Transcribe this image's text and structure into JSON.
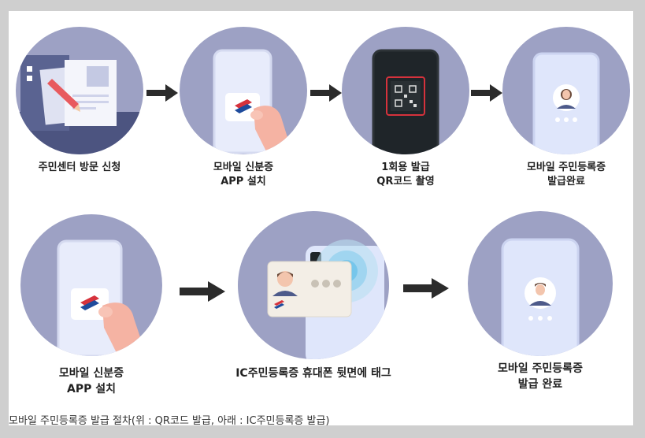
{
  "steps_top": [
    {
      "label": "주민센터 방문 신청"
    },
    {
      "label": "모바일 신분증\nAPP 설치"
    },
    {
      "label": "1회용 발급\nQR코드 촬영"
    },
    {
      "label": "모바일 주민등록증\n발급완료"
    }
  ],
  "steps_bottom": [
    {
      "label": "모바일 신분증\nAPP 설치"
    },
    {
      "label": "IC주민등록증 휴대폰 뒷면에 태그"
    },
    {
      "label": "모바일 주민등록증\n발급 완료"
    }
  ],
  "caption": "모바일 주민등록증 발급 절차(위 : QR코드 발급, 아래 : IC주민등록증 발급)",
  "colors": {
    "circle": "#9da1c4",
    "arrow": "#2b2b2b",
    "accent_red": "#d6323c",
    "accent_blue": "#1e4b9c"
  }
}
